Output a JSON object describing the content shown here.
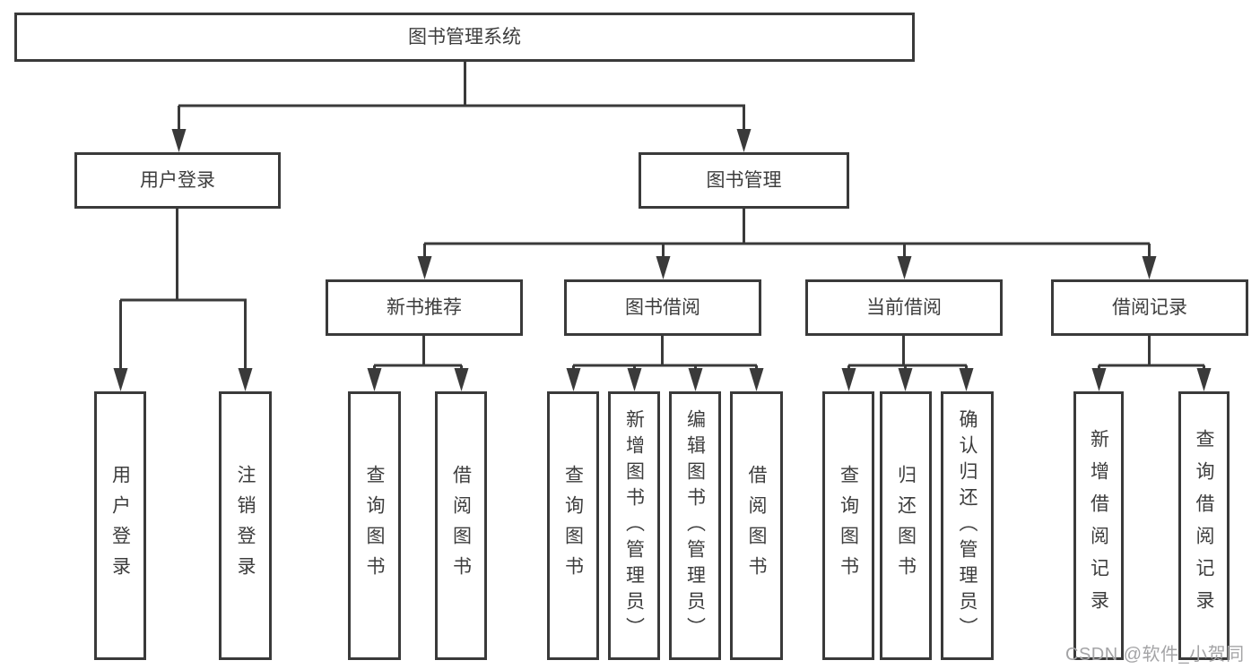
{
  "diagram": {
    "type": "hierarchy-tree",
    "title": "图书管理系统"
  },
  "colors": {
    "line": "#3a3a3a",
    "box_border": "#3a3a3a",
    "box_background": "#ffffff",
    "label_text": "#3d3d3d",
    "watermark_text": "#a4a4a6",
    "page_background": "#ffffff"
  },
  "nodes": {
    "root": {
      "label": "图书管理系统"
    },
    "user_login": {
      "label": "用户登录"
    },
    "book_mgmt": {
      "label": "图书管理"
    },
    "user_login_action": {
      "label": "用户登录"
    },
    "logout": {
      "label": "注销登录"
    },
    "new_book_rec": {
      "label": "新书推荐"
    },
    "book_borrow": {
      "label": "图书借阅"
    },
    "current_borrow": {
      "label": "当前借阅"
    },
    "borrow_records": {
      "label": "借阅记录"
    },
    "rec_query_books": {
      "label": "查询图书"
    },
    "rec_borrow_books": {
      "label": "借阅图书"
    },
    "bb_query_books": {
      "label": "查询图书"
    },
    "bb_add_books": {
      "label": "新增图书（管理员）"
    },
    "bb_edit_books": {
      "label": "编辑图书（管理员）"
    },
    "bb_borrow_books": {
      "label": "借阅图书"
    },
    "cb_query_books": {
      "label": "查询图书"
    },
    "cb_return_books": {
      "label": "归还图书"
    },
    "cb_confirm_return": {
      "label": "确认归还（管理员）"
    },
    "br_add_record": {
      "label": "新增借阅记录"
    },
    "br_query_record": {
      "label": "查询借阅记录"
    }
  },
  "edges": [
    [
      "root",
      "user_login"
    ],
    [
      "root",
      "book_mgmt"
    ],
    [
      "user_login",
      "user_login_action"
    ],
    [
      "user_login",
      "logout"
    ],
    [
      "book_mgmt",
      "new_book_rec"
    ],
    [
      "book_mgmt",
      "book_borrow"
    ],
    [
      "book_mgmt",
      "current_borrow"
    ],
    [
      "book_mgmt",
      "borrow_records"
    ],
    [
      "new_book_rec",
      "rec_query_books"
    ],
    [
      "new_book_rec",
      "rec_borrow_books"
    ],
    [
      "book_borrow",
      "bb_query_books"
    ],
    [
      "book_borrow",
      "bb_add_books"
    ],
    [
      "book_borrow",
      "bb_edit_books"
    ],
    [
      "book_borrow",
      "bb_borrow_books"
    ],
    [
      "current_borrow",
      "cb_query_books"
    ],
    [
      "current_borrow",
      "cb_return_books"
    ],
    [
      "current_borrow",
      "cb_confirm_return"
    ],
    [
      "borrow_records",
      "br_add_record"
    ],
    [
      "borrow_records",
      "br_query_record"
    ]
  ],
  "watermark": {
    "text": "CSDN @软件_小贺同学"
  }
}
